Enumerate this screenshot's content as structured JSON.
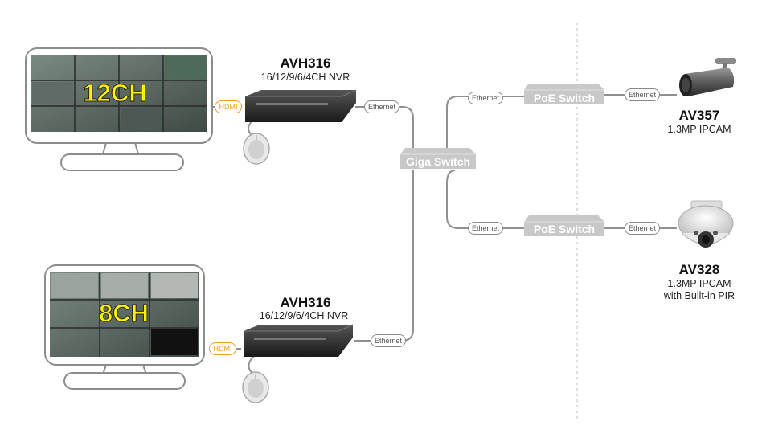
{
  "nvr_top": {
    "model": "AVH316",
    "desc": "16/12/9/6/4CH NVR",
    "monitor_label": "12CH",
    "hdmi": "HDMI",
    "ethernet": "Ethernet"
  },
  "nvr_bottom": {
    "model": "AVH316",
    "desc": "16/12/9/6/4CH NVR",
    "monitor_label": "8CH",
    "hdmi": "HDMI",
    "ethernet": "Ethernet"
  },
  "giga_switch": {
    "label": "Giga Switch"
  },
  "poe_top": {
    "label": "PoE Switch",
    "eth_in": "Ethernet",
    "eth_out": "Ethernet"
  },
  "poe_bottom": {
    "label": "PoE Switch",
    "eth_in": "Ethernet",
    "eth_out": "Ethernet"
  },
  "camera_bullet": {
    "model": "AV357",
    "desc": "1.3MP IPCAM"
  },
  "camera_dome": {
    "model": "AV328",
    "desc1": "1.3MP IPCAM",
    "desc2": "with Built-in PIR"
  },
  "colors": {
    "accent_hdmi": "#f0a020",
    "ch_label": "#fff200",
    "switch_fill": "#c8c8c8",
    "line": "#909090"
  }
}
